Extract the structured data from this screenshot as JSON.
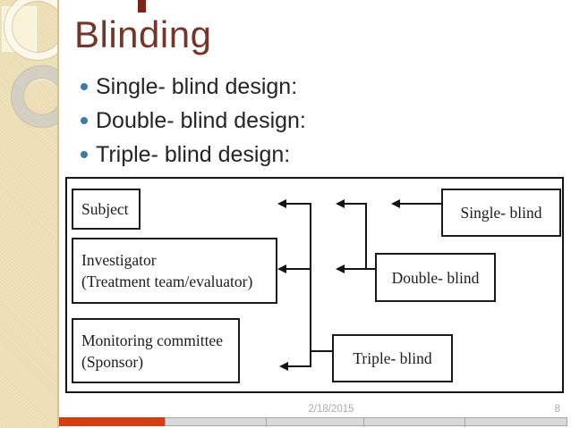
{
  "slide": {
    "title": "Blinding",
    "bullets": [
      {
        "label": "Single- blind design:"
      },
      {
        "label": "Double- blind design:"
      },
      {
        "label": "Triple- blind design:"
      }
    ],
    "footer": {
      "date": "2/18/2015",
      "page_number": "8"
    }
  },
  "diagram": {
    "participant_boxes": [
      {
        "line1": "Subject"
      },
      {
        "line1": "Investigator",
        "line2": "(Treatment team/evaluator)"
      },
      {
        "line1": "Monitoring committee",
        "line2": "(Sponsor)"
      }
    ],
    "blind_boxes": [
      {
        "label": "Single- blind"
      },
      {
        "label": "Double- blind"
      },
      {
        "label": "Triple- blind"
      }
    ]
  },
  "colors": {
    "title_text": "#74352B",
    "bullet_dot": "#3E7BA4",
    "sidebar_bg": "#EBDDB2",
    "sidebar_edge": "#D8C189",
    "diagram_line": "#141414",
    "footer_accent_red": "#D43E10",
    "footer_bar_gray": "#D9D9D9",
    "footer_text_gray": "#A9A9A9",
    "top_dash_red": "#7D241A"
  }
}
